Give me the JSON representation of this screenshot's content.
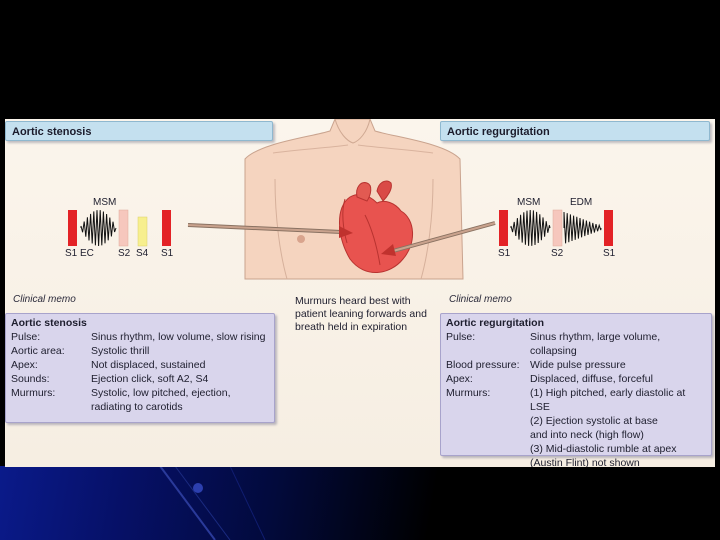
{
  "left_header": "Aortic stenosis",
  "right_header": "Aortic regurgitation",
  "left_phono": {
    "murmur_label": "MSM",
    "sound_labels": [
      "S1 EC",
      "S2",
      "S4",
      "S1"
    ]
  },
  "right_phono": {
    "murmur_labels": [
      "MSM",
      "EDM"
    ],
    "sound_labels": [
      "S1",
      "S2",
      "S1"
    ]
  },
  "caption": "Murmurs heard best with patient leaning forwards and breath held in expiration",
  "left_memo": {
    "label": "Clinical memo",
    "title": "Aortic stenosis",
    "rows": [
      {
        "key": "Pulse:",
        "value": "Sinus rhythm, low volume, slow rising"
      },
      {
        "key": "Aortic area:",
        "value": "Systolic thrill"
      },
      {
        "key": "Apex:",
        "value": "Not displaced, sustained"
      },
      {
        "key": "Sounds:",
        "value": "Ejection click, soft A2, S4"
      },
      {
        "key": "Murmurs:",
        "value": "Systolic, low pitched, ejection,\nradiating to carotids"
      }
    ]
  },
  "right_memo": {
    "label": "Clinical memo",
    "title": "Aortic regurgitation",
    "rows": [
      {
        "key": "Pulse:",
        "value": "Sinus rhythm, large volume, collapsing"
      },
      {
        "key": "Blood pressure:",
        "value": "Wide pulse pressure"
      },
      {
        "key": "Apex:",
        "value": "Displaced, diffuse, forceful"
      },
      {
        "key": "Murmurs:",
        "value": "(1) High pitched, early diastolic at LSE\n(2) Ejection systolic at base\n      and into neck (high flow)\n(3) Mid-diastolic rumble at apex\n      (Austin Flint) not shown"
      }
    ]
  },
  "colors": {
    "header_bg": "#c4e0ef",
    "memo_bg": "#d9d5ec",
    "sound_bar_red": "#e32226",
    "sound_bar_pink": "#f6c7bd",
    "sound_bar_yellow": "#f7ef8e",
    "skin": "#f5d4bf",
    "heart": "#e8534f",
    "arrow": "#c0322e"
  }
}
